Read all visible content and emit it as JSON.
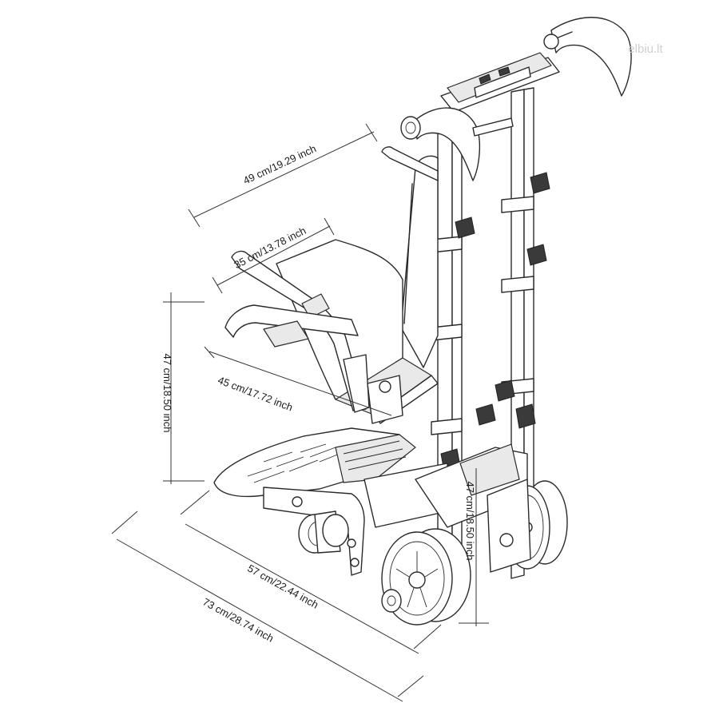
{
  "dimensions": {
    "width_top": "49 cm/19.29 inch",
    "seat_depth": "35 cm/13.78 inch",
    "seat_height": "47 cm/18.50 inch",
    "seat_width": "45 cm/17.72 inch",
    "rear_height": "47 cm/18.50 inch",
    "base_depth": "57 cm/22.44 inch",
    "total_length": "73 cm/28.74 inch"
  },
  "watermark": "elbiu.lt"
}
